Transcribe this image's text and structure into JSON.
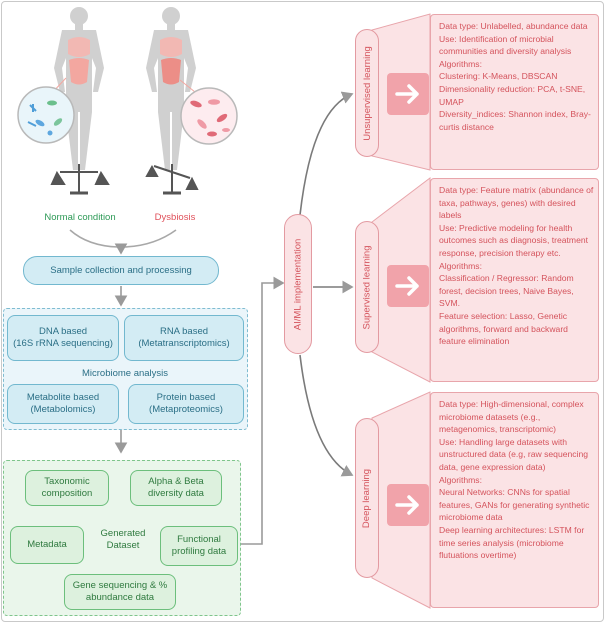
{
  "left": {
    "normal_label": "Normal condition",
    "dysbiosis_label": "Dysbiosis",
    "sample_box": "Sample collection and processing",
    "dna_box": "DNA based\n(16S rRNA sequencing)",
    "rna_box": "RNA based\n(Metatranscriptomics)",
    "microbiome_label": "Microbiome analysis",
    "metabolite_box": "Metabolite based\n(Metabolomics)",
    "protein_box": "Protein based\n(Metaproteomics)",
    "taxonomic_box": "Taxonomic\ncomposition",
    "alpha_beta_box": "Alpha & Beta\ndiversity data",
    "metadata_box": "Metadata",
    "generated_label": "Generated\nDataset",
    "functional_box": "Functional\nprofiling data",
    "gene_box": "Gene sequencing & %\nabundance data"
  },
  "center": {
    "aiml_label": "AI/ML implementation"
  },
  "panels": [
    {
      "name": "Unsupervised learning",
      "lines": [
        "Data type: Unlabelled, abundance data",
        "Use: Identification of microbial communities and diversity analysis",
        "Algorithms:",
        "Clustering: K-Means, DBSCAN",
        "Dimensionality reduction: PCA, t-SNE, UMAP",
        "Diversity_indices: Shannon index, Bray-curtis distance"
      ]
    },
    {
      "name": "Supervised learning",
      "lines": [
        "Data type: Feature matrix (abundance of taxa, pathways, genes) with desired labels",
        "Use: Predictive modeling for health outcomes such as diagnosis, treatment response, precision therapy etc.",
        "Algorithms:",
        "Classification / Regressor: Random forest, decision trees, Naive Bayes, SVM.",
        "Feature selection: Lasso, Genetic algorithms, forward and backward feature elimination"
      ]
    },
    {
      "name": "Deep learning",
      "lines": [
        "Data type: High-dimensional, complex microbiome datasets (e.g., metagenomics, transcriptomic)",
        "Use: Handling large datasets with unstructured data (e.g, raw sequencing data, gene expression data)",
        "Algorithms:",
        "Neural Networks: CNNs for spatial features, GANs for generating synthetic microbiome data",
        "Deep learning architectures: LSTM for time series analysis (microbiome flutuations overtime)"
      ]
    }
  ],
  "colors": {
    "teal_border": "#72b8cf",
    "teal_fill": "#d3ecf4",
    "green_border": "#6cbf7c",
    "green_fill": "#ddf1de",
    "pink_fill": "#fbe3e5",
    "pink_text": "#d4535c",
    "normal_green": "#2e9a57",
    "dysbiosis_red": "#e0505a"
  },
  "icons": [
    "human-body-icon",
    "bacteria-magnifier-icon",
    "balanced-scale-icon",
    "tilted-scale-icon",
    "right-arrow-icon"
  ]
}
